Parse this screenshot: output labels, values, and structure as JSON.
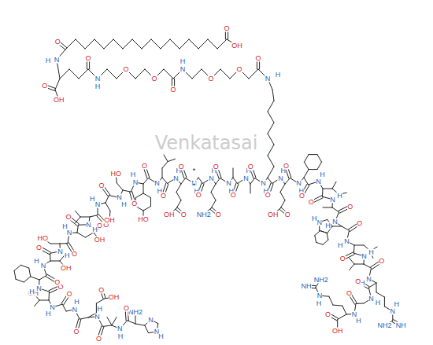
{
  "diagram": {
    "labels": [
      "NH2",
      "N",
      "N",
      "H",
      "O",
      "N",
      "H",
      "O",
      "N",
      "H",
      "O",
      "OH",
      "O",
      "N",
      "H",
      "O",
      "N",
      "H",
      "OH",
      "O",
      "N",
      "H",
      "O",
      "N",
      "H",
      "OH",
      "O",
      "N",
      "H",
      "HO",
      "O",
      "N",
      "H",
      "O",
      "OH",
      "O",
      "N",
      "H",
      "O",
      "N",
      "H",
      "OH",
      "O",
      "N",
      "H",
      "HO",
      "O",
      "N",
      "H",
      "HO",
      "O",
      "N",
      "H",
      "O",
      "N",
      "H",
      "O",
      "OH",
      "O",
      "N",
      "H",
      "*",
      "*",
      "O",
      "N",
      "H",
      "O",
      "NH2",
      "O",
      "N",
      "H",
      "O",
      "N",
      "H",
      "O",
      "N",
      "H",
      "O",
      "N",
      "H",
      "O",
      "OH",
      "O",
      "N",
      "H",
      "O",
      "N",
      "H",
      "O",
      "N",
      "H",
      "O",
      "N",
      "H",
      "N",
      "H",
      "O",
      "N",
      "H",
      "O",
      "N",
      "H",
      "O",
      "N",
      "H",
      "N",
      "H",
      "NH",
      "NH2",
      "O",
      "N",
      "H",
      "O",
      "N",
      "H",
      "N",
      "H",
      "NH",
      "NH2",
      "O",
      "OH",
      "N",
      "H",
      "O",
      "O",
      "O",
      "N",
      "H",
      "O",
      "O",
      "O",
      "N",
      "H",
      "O",
      "O",
      "OH",
      "N",
      "H",
      "O",
      "O",
      "OH",
      "Venkatasai"
    ]
  }
}
